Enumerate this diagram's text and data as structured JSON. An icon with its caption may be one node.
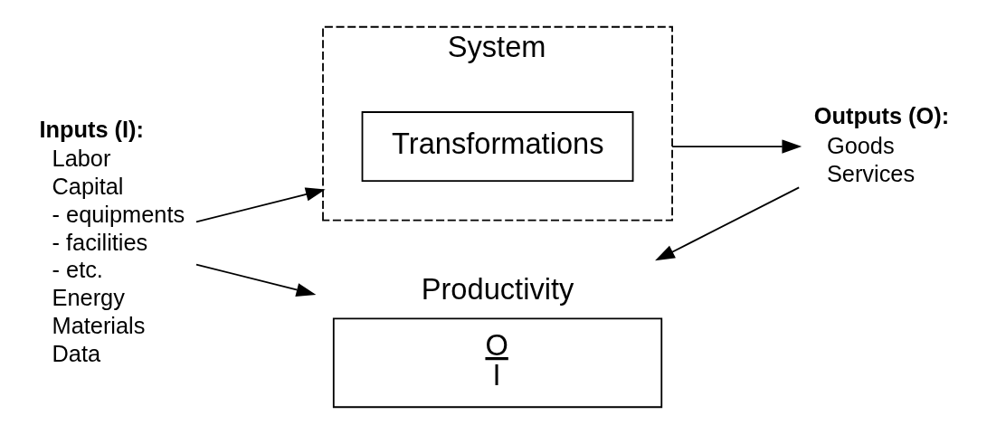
{
  "diagram": {
    "nodes": [
      {
        "text": [
          "Inputs (I):",
          "Labor",
          "Capital",
          "- equipments",
          "- facilities",
          "- etc.",
          "Energy",
          "Materials",
          "Data"
        ]
      },
      {
        "text": [
          "System"
        ]
      },
      {
        "text": [
          "Transformations"
        ],
        "in": 1
      },
      {
        "text": [
          "Outputs (O):",
          "Goods",
          "Services"
        ]
      },
      {
        "text": [
          "Productivity",
          "O",
          "I"
        ]
      }
    ],
    "edges": [
      {
        "from": 0,
        "to": 1,
        "arrow": "to"
      },
      {
        "from": 1,
        "to": 3,
        "arrow": "to"
      },
      {
        "from": 0,
        "to": 4,
        "arrow": "to"
      },
      {
        "from": 3,
        "to": 4,
        "arrow": "to"
      }
    ]
  }
}
